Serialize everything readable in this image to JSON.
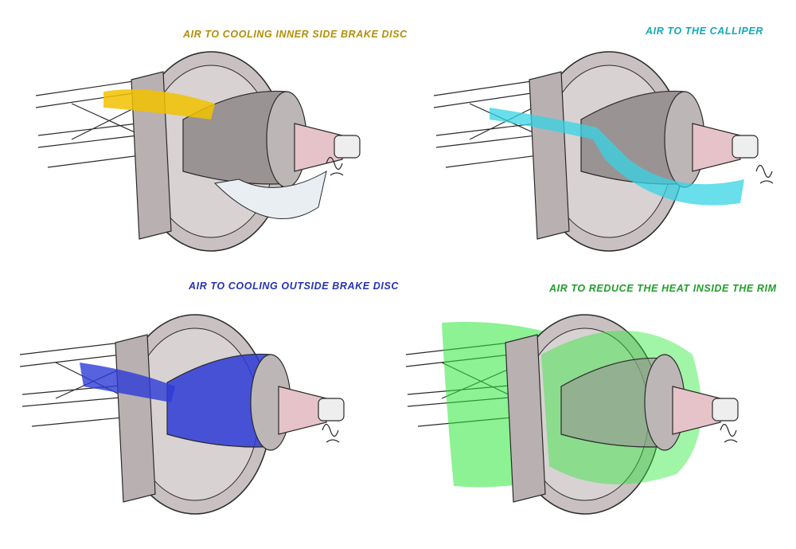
{
  "panels": [
    {
      "id": "inner-disc",
      "title": "AIR TO COOLING INNER SIDE BRAKE DISC",
      "color": "#b38e07",
      "flow_color": "#f2c200"
    },
    {
      "id": "calliper",
      "title": "AIR TO THE CALLIPER",
      "color": "#13a8b8",
      "flow_color": "#35d4e4"
    },
    {
      "id": "outside-disc",
      "title": "AIR TO COOLING OUTSIDE BRAKE DISC",
      "color": "#2533b0",
      "flow_color": "#2d3bd6"
    },
    {
      "id": "rim",
      "title": "AIR TO REDUCE THE HEAT INSIDE THE RIM",
      "color": "#1f9e2a",
      "flow_color": "#2ee83a"
    }
  ],
  "palette": {
    "housing": "#c9c1c1",
    "housing_dark": "#8e8787",
    "hub": "#e6c3c9",
    "line": "#2a2a2a"
  }
}
